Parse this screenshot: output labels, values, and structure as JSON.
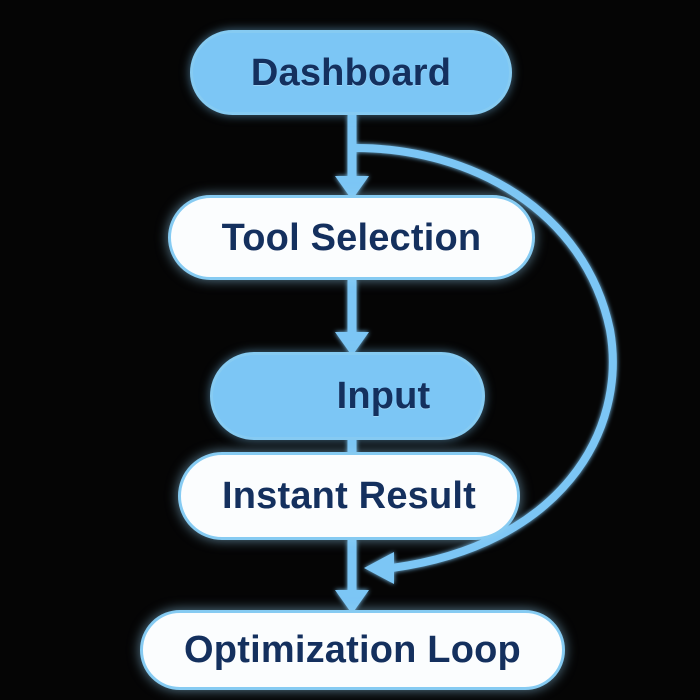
{
  "diagram": {
    "title": "Dashboard workflow flowchart",
    "background_color": "#050505",
    "palette": {
      "node_fill_blue": "#7CC6F5",
      "node_fill_white": "#FBFDFE",
      "node_border": "#86CBF2",
      "text_color": "#14305E",
      "connector_color": "#7CC6F5"
    },
    "nodes": [
      {
        "id": "dashboard",
        "label": "Dashboard",
        "style": "fill-blue"
      },
      {
        "id": "tool_selection",
        "label": "Tool Selection",
        "style": "fill-white"
      },
      {
        "id": "input",
        "label": "Input",
        "style": "fill-blue"
      },
      {
        "id": "instant_result",
        "label": "Instant Result",
        "style": "fill-white"
      },
      {
        "id": "optimization_loop",
        "label": "Optimization Loop",
        "style": "fill-white"
      }
    ],
    "edges": [
      {
        "id": "e1",
        "from": "dashboard",
        "to": "tool_selection",
        "kind": "straight-down",
        "arrowhead": true
      },
      {
        "id": "e2",
        "from": "tool_selection",
        "to": "input",
        "kind": "straight-down",
        "arrowhead": true
      },
      {
        "id": "e3",
        "from": "input",
        "to": "instant_result",
        "kind": "stub",
        "arrowhead": false
      },
      {
        "id": "e4",
        "from": "instant_result",
        "to": "optimization_loop",
        "kind": "straight-down",
        "arrowhead": true
      },
      {
        "id": "e5",
        "from": "dashboard",
        "to": "optimization_loop",
        "kind": "feedback-curve-right",
        "arrowhead": true
      }
    ]
  }
}
